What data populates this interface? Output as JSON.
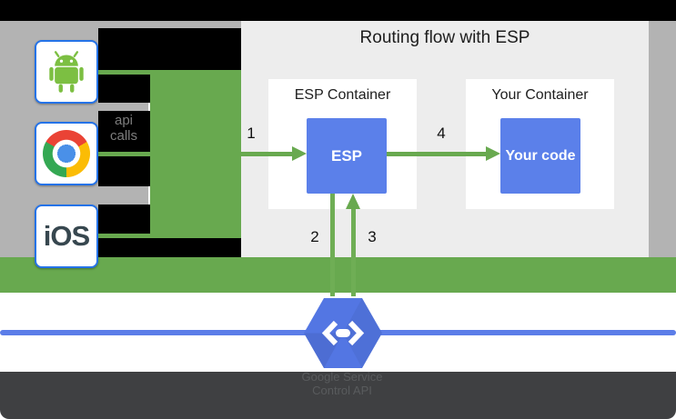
{
  "colors": {
    "green": "#68a94f",
    "blue_box": "#5b80ea",
    "hexagon_blue": "#5376e3",
    "timeline_blue": "#5b7de8",
    "client_border_blue": "#2573e8",
    "gray_band": "#b3b3b3",
    "panel_bg": "#ededed",
    "footer_bg": "#3f4042",
    "top_band": "#000000",
    "android_green": "#7cbf42"
  },
  "panel": {
    "title": "Routing flow with ESP",
    "esp_container": {
      "label": "ESP Container",
      "box_label": "ESP"
    },
    "your_container": {
      "label": "Your Container",
      "box_label": "Your code"
    }
  },
  "steps": {
    "one": "1",
    "two": "2",
    "three": "3",
    "four": "4"
  },
  "clients": [
    {
      "type": "android",
      "icon": "android-icon"
    },
    {
      "type": "chrome",
      "icon": "chrome-icon"
    },
    {
      "type": "ios",
      "label": "iOS"
    }
  ],
  "annotation": {
    "line1": "api",
    "line2": "calls"
  },
  "footer": {
    "line1": "Google Service",
    "line2": "Control API"
  },
  "icons": {
    "hexagon": "endpoints-hexagon-icon"
  }
}
